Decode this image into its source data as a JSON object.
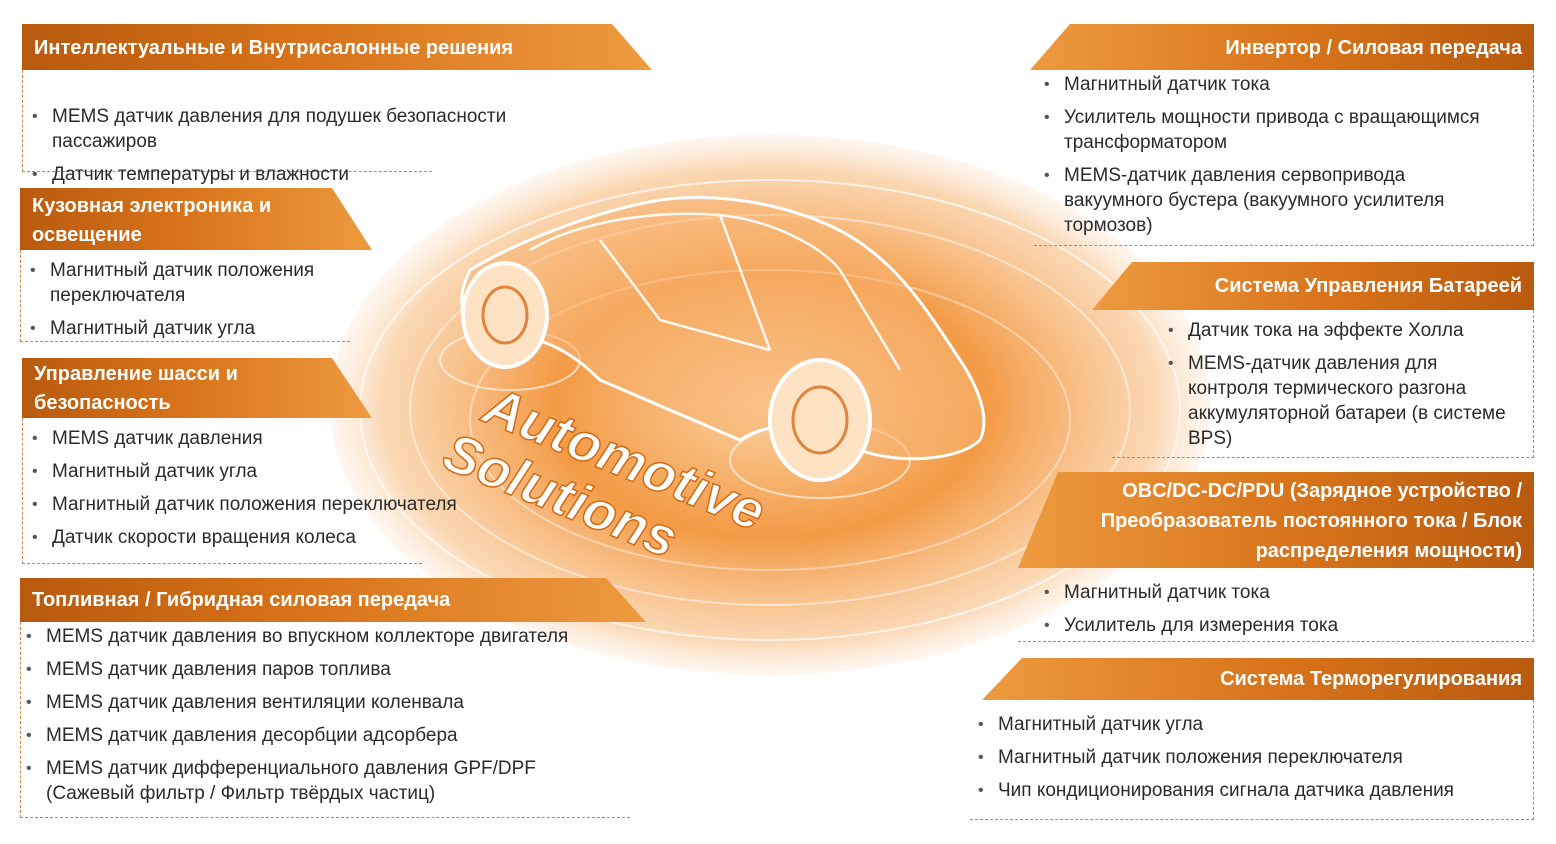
{
  "colors": {
    "accent_dark": "#b85a0e",
    "accent": "#d7731a",
    "accent_light": "#ee9a3f",
    "text": "#2b2b2b"
  },
  "center": {
    "brand_line1": "Automotive",
    "brand_line2": "Solutions"
  },
  "panels": {
    "intelligent": {
      "title": "Интеллектуальные и Внутрисалонные решения",
      "items": [
        "MEMS датчик давления для подушек безопасности пассажиров",
        "Датчик температуры и влажности"
      ]
    },
    "body": {
      "title": "Кузовная электроника и освещение",
      "items": [
        "Магнитный датчик положения переключателя",
        "Магнитный датчик угла"
      ]
    },
    "chassis": {
      "title": "Управление шасси и безопасность",
      "items": [
        "MEMS датчик давления",
        "Магнитный датчик угла",
        "Магнитный датчик положения переключателя",
        "Датчик скорости вращения колеса"
      ]
    },
    "fuel": {
      "title": "Топливная / Гибридная силовая передача",
      "items": [
        "MEMS датчик давления во впускном коллекторе двигателя",
        "MEMS датчик давления паров топлива",
        "MEMS датчик давления вентиляции коленвала",
        "MEMS датчик давления десорбции адсорбера",
        "MEMS датчик дифференциального давления GPF/DPF (Сажевый фильтр / Фильтр твёрдых частиц)"
      ]
    },
    "inverter": {
      "title": "Инвертор / Силовая передача",
      "items": [
        "Магнитный датчик тока",
        "Усилитель мощности привода с вращающимся трансформатором",
        "MEMS-датчик давления сервопривода вакуумного бустера (вакуумного усилителя тормозов)"
      ]
    },
    "battery": {
      "title": "Система Управления Батареей",
      "items": [
        "Датчик тока на эффекте Холла",
        "MEMS-датчик давления для контроля термического разгона аккумуляторной батареи (в системе BPS)"
      ]
    },
    "obc": {
      "title": "OBC/DC-DC/PDU (Зарядное устройство / Преобразователь постоянного тока / Блок распределения мощности)",
      "items": [
        "Магнитный датчик тока",
        "Усилитель для измерения тока"
      ]
    },
    "thermal": {
      "title": "Система Терморегулирования",
      "items": [
        "Магнитный датчик угла",
        "Магнитный датчик положения переключателя",
        "Чип кондиционирования сигнала датчика давления"
      ]
    }
  }
}
